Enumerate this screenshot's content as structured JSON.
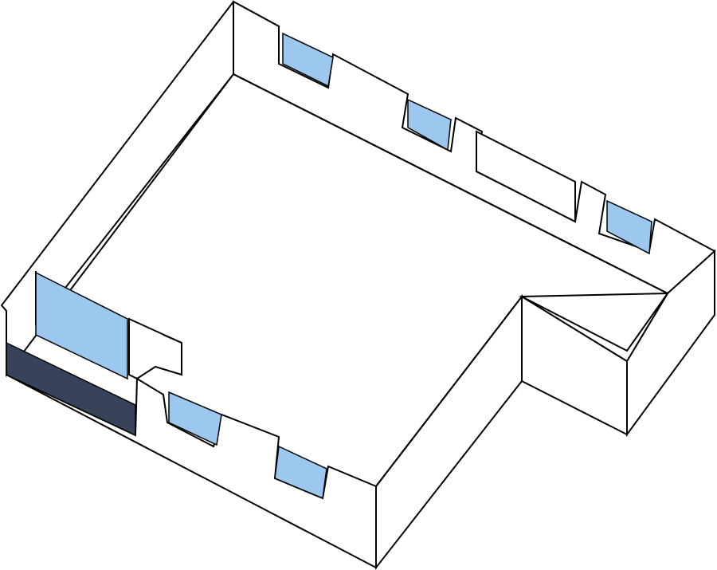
{
  "colors": {
    "background": "#ffffff",
    "wall_fill": "#ffffff",
    "wall_stroke": "#000000",
    "glass": "#9cc7ee",
    "door_panel": "#36435a"
  },
  "elements": {
    "outer_walls": "wall-outline",
    "windows": "window-glass",
    "door": "door-panel"
  }
}
